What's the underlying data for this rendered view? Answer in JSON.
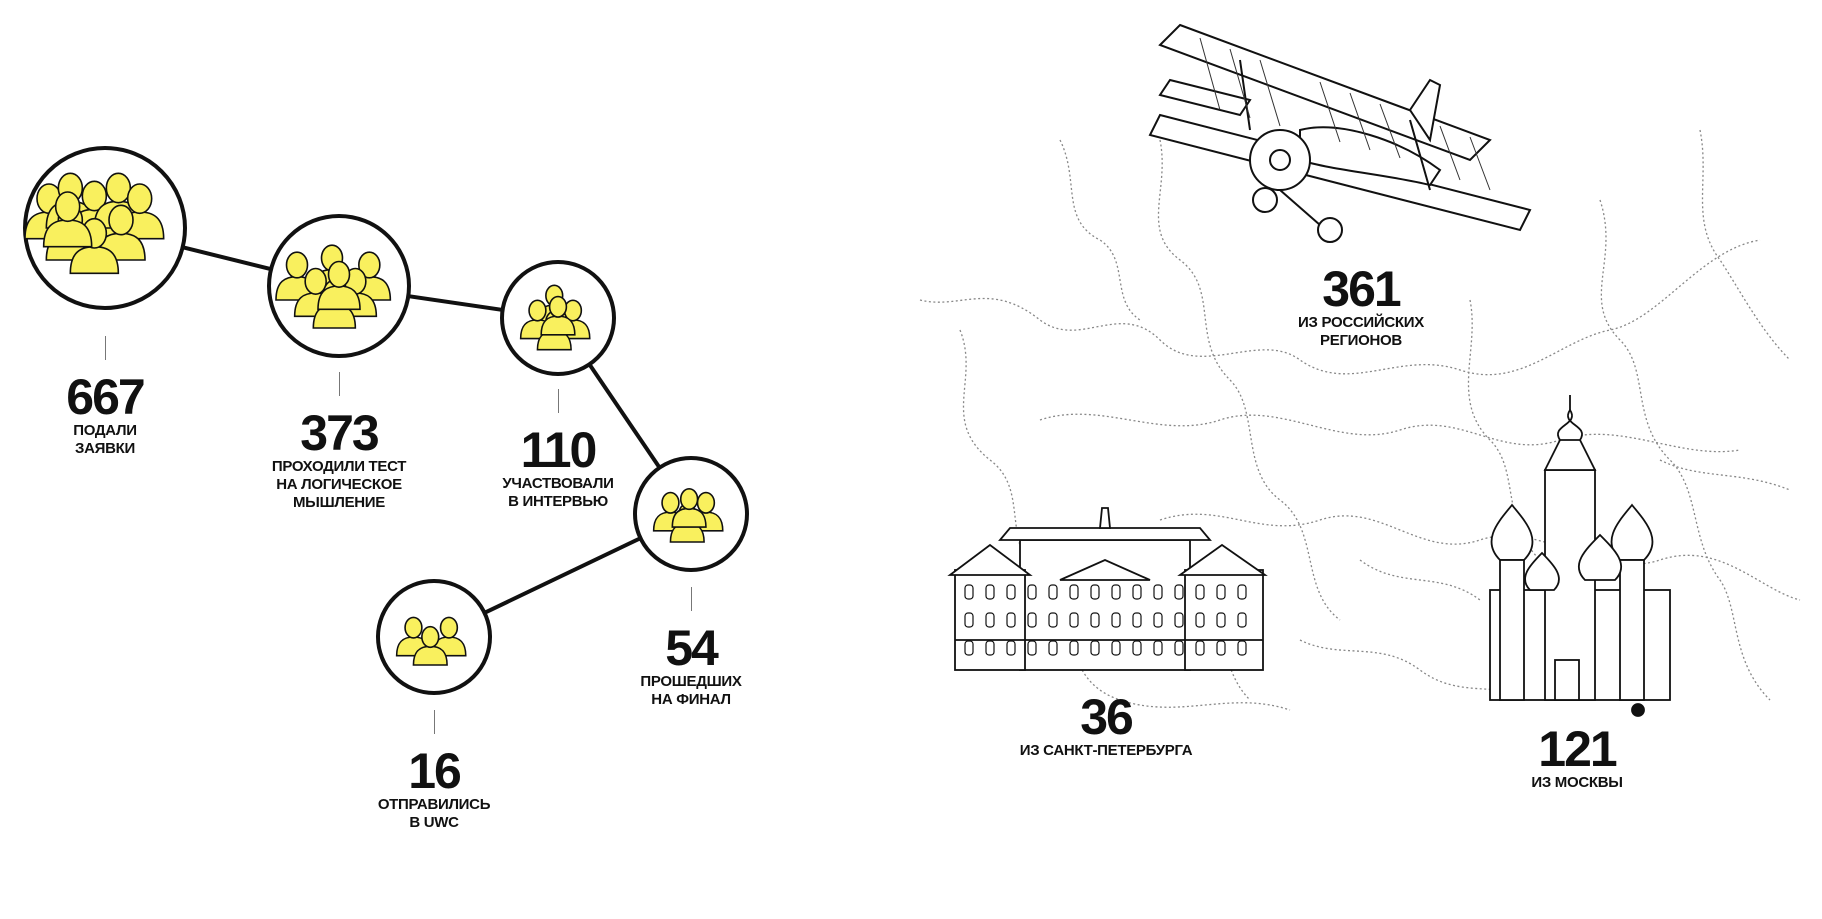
{
  "funnel": [
    {
      "value": "667",
      "label": "Подали\nзаявки",
      "people": 9
    },
    {
      "value": "373",
      "label": "Проходили тест\nна логическое\nмышление",
      "people": 7
    },
    {
      "value": "110",
      "label": "Участвовали\nв интервью",
      "people": 5
    },
    {
      "value": "54",
      "label": "Прошедших\nна финал",
      "people": 4
    },
    {
      "value": "16",
      "label": "Отправились\nв UWC",
      "people": 3
    }
  ],
  "geography": {
    "regions": {
      "value": "361",
      "label": "Из российских\nрегионов",
      "icon": "biplane-icon"
    },
    "spb": {
      "value": "36",
      "label": "Из Санкт-Петербурга",
      "icon": "palace-icon"
    },
    "moscow": {
      "value": "121",
      "label": "Из Москвы",
      "icon": "cathedral-icon"
    }
  },
  "colors": {
    "people_fill": "#f9f05e",
    "stroke": "#111111",
    "map_border": "#888888"
  }
}
